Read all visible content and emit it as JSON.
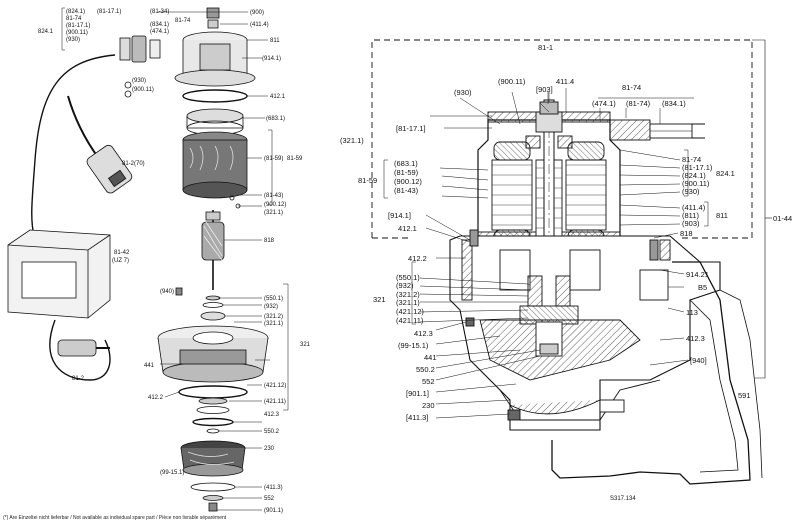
{
  "exploded": {
    "cable_group": [
      "(824.1)",
      "81-74",
      "(81-17.1)",
      "(900.11)",
      "(930)"
    ],
    "cable_824": "824.1",
    "l_81_17_1": "(81-17.1)",
    "l_81_34": "(81-34)",
    "l_81_74": "81-74",
    "l_834_group": [
      "(834.1)",
      "(474.1)"
    ],
    "l_900": "(900)",
    "l_411_4": "(411.4)",
    "l_811": "811",
    "l_914_1": "(914.1)",
    "l_930": "(930)",
    "l_900_11": "(900.11)",
    "l_412_1": "412.1",
    "l_683_1": "(683.1)",
    "l_81_59_a": "(81-59)",
    "l_81_59_b": "81-59",
    "l_81_2_70": "81-2(70)",
    "l_81_43": "(81-43)",
    "l_900_12": "(900.12)",
    "l_321_1_a": "(321.1)",
    "l_818": "818",
    "l_81_42": "81-42",
    "l_uz7": "(UZ 7)",
    "l_940": "(940)",
    "l_550_1": "(550.1)",
    "l_932": "(932)",
    "l_321_2": "(321.2)",
    "l_321_1_b": "(321.1)",
    "l_321": "321",
    "l_441": "441",
    "l_421_12": "(421.12)",
    "l_412_2": "412.2",
    "l_421_11": "(421.11)",
    "l_412_3": "412.3",
    "l_550_2": "550.2",
    "l_230": "230",
    "l_99_15_1": "(99-15.1)",
    "l_411_3": "(411.3)",
    "l_552": "552",
    "l_901_1": "(901.1)",
    "l_81_2": "81-2"
  },
  "section": {
    "l_81_1": "81-1",
    "l_01_44": "01-44",
    "l_930": "(930)",
    "l_900_11": "(900.11)",
    "l_411_4": "411.4",
    "l_903": "[903]",
    "l_81_74_top": "81-74",
    "l_474_1": "(474.1)",
    "l_81_74_par": "(81-74)",
    "l_834_1": "(834.1)",
    "l_321_1_left": "(321.1)",
    "l_81_17_1": "[81-17.1]",
    "left_59_group": [
      "(683.1)",
      "(81-59)",
      "(900.12)",
      "(81-43)"
    ],
    "l_81_59_left": "81-59",
    "right_group": [
      "81-74",
      "(81-17.1)",
      "(824.1)",
      "(900.11)",
      "(930)"
    ],
    "l_824_1": "824.1",
    "right_811_group": [
      "(411.4)",
      "(811)",
      "(903)"
    ],
    "l_811": "811",
    "l_914_1": "[914.1]",
    "l_412_1": "412.1",
    "l_818": "818",
    "l_412_2": "412.2",
    "l_914_21": "914.21",
    "l_b5": "B5",
    "l_321_group": [
      "(550.1)",
      "(932)",
      "(321.2)",
      "(321.1)",
      "(421.12)",
      "(421.11)"
    ],
    "l_321": "321",
    "l_113": "113",
    "l_412_3_left": "412.3",
    "l_412_3_right": "412.3",
    "l_99_15_1": "(99-15.1)",
    "l_441": "441",
    "l_940": "[940]",
    "l_550_2": "550.2",
    "l_552": "552",
    "l_901_1": "[901.1]",
    "l_230": "230",
    "l_591": "591",
    "l_411_3": "[411.3]",
    "code": "S317.134"
  },
  "footnote": "(*) Are Einzeltei nicht lieferbar / Not available as individual spare part / Pièce non livrable séparément"
}
